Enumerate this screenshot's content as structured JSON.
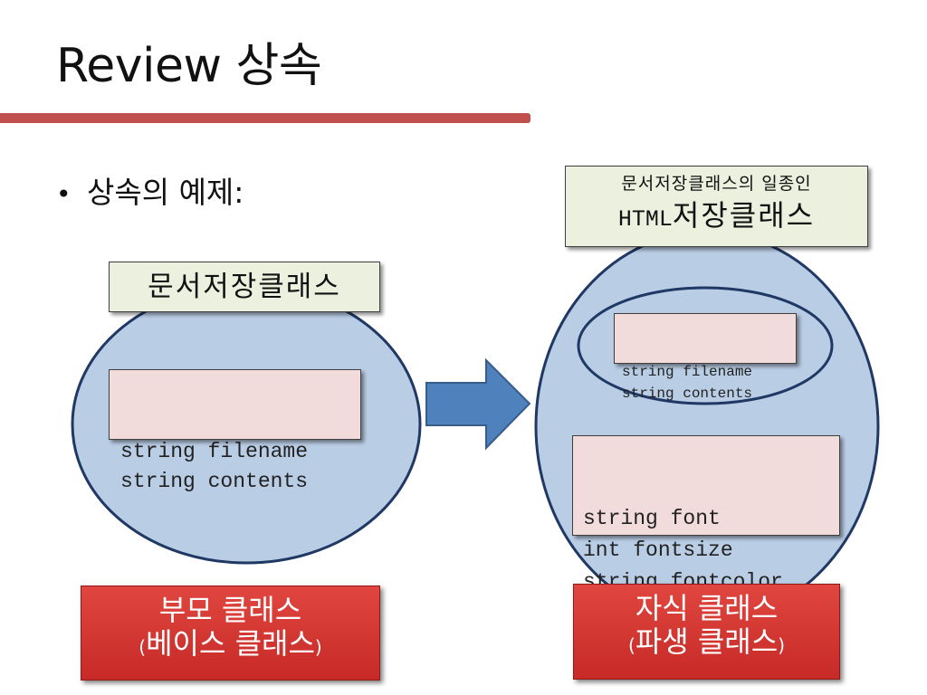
{
  "slide": {
    "title": "Review 상속",
    "bullet_text": "상속의 예제:"
  },
  "parent": {
    "class_label": "문서저장클래스",
    "fields": [
      "string filename",
      "string contents"
    ],
    "caption_line1": "부모 클래스",
    "caption_open": "(",
    "caption_line2": "베이스 클래스",
    "caption_close": ")"
  },
  "child": {
    "label_line1": "문서저장클래스의 일종인",
    "label_html": "HTML",
    "label_rest": "저장클래스",
    "inherited_fields": [
      "string filename",
      "string contents"
    ],
    "new_fields": [
      "string font",
      "int fontsize",
      "string fontcolor"
    ],
    "caption_line1": "자식 클래스",
    "caption_open": "(",
    "caption_line2": "파생 클래스",
    "caption_close": ")"
  },
  "colors": {
    "title_rule": "#c0504d",
    "ellipse_fill": "#b9cde5",
    "ellipse_stroke": "#1f3864",
    "arrow_fill": "#4f81bd",
    "label_box_fill": "#ebf1de",
    "field_box_fill": "#f2dcdb",
    "caption_fill": "#d9322f"
  },
  "icons": {
    "bullet": "bullet-dot-icon",
    "arrow": "right-arrow-icon"
  }
}
